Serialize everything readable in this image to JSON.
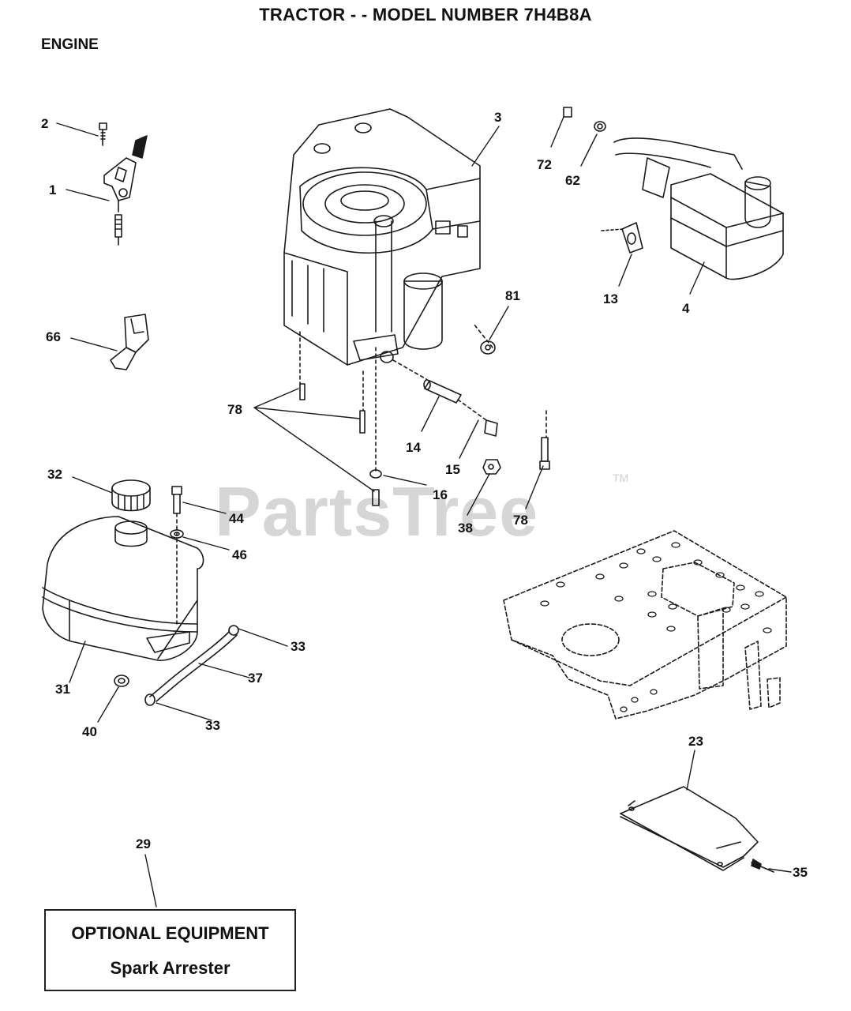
{
  "header": {
    "title": "TRACTOR - - MODEL NUMBER 7H4B8A",
    "section": "ENGINE"
  },
  "watermark": {
    "text": "PartsTree",
    "tm": "TM"
  },
  "callouts": {
    "c1": "1",
    "c2": "2",
    "c3": "3",
    "c4": "4",
    "c13": "13",
    "c14": "14",
    "c15": "15",
    "c16": "16",
    "c23": "23",
    "c29": "29",
    "c31": "31",
    "c32": "32",
    "c33a": "33",
    "c33b": "33",
    "c35": "35",
    "c37": "37",
    "c38": "38",
    "c40": "40",
    "c44": "44",
    "c46": "46",
    "c62": "62",
    "c66": "66",
    "c72": "72",
    "c78a": "78",
    "c78b": "78",
    "c81": "81"
  },
  "optional_box": {
    "line1": "OPTIONAL EQUIPMENT",
    "line2": "Spark Arrester"
  }
}
